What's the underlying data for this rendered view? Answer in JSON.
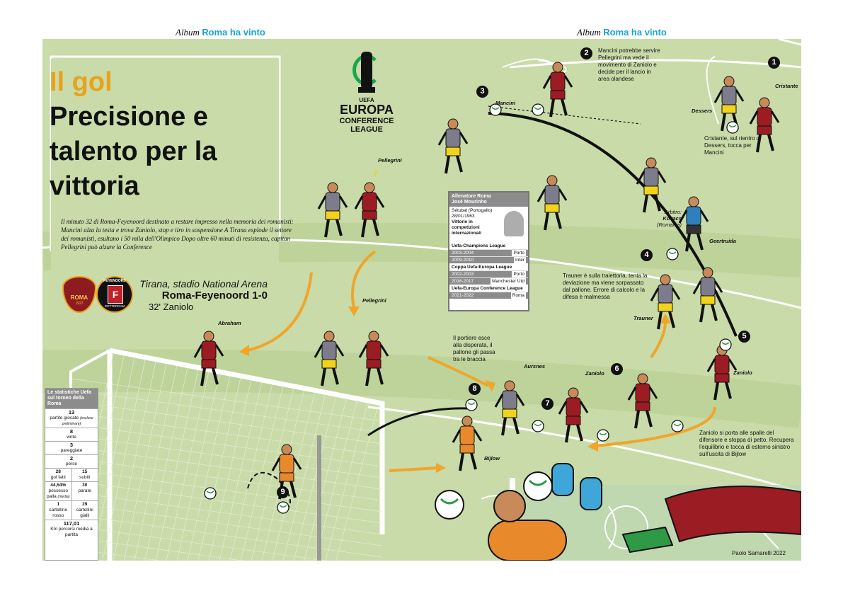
{
  "header": {
    "left_prefix": "Album",
    "left_title": "Roma ha vinto",
    "right_prefix": "Album",
    "right_title": "Roma ha vinto"
  },
  "title": {
    "line1": "Il gol",
    "line2": "Precisione e talento per la vittoria"
  },
  "intro": "Il minuto 32 di Roma-Feyenoord destinato a restare impresso nella memoria dei romanisti: Mancini alza la testa e trova Zaniolo, stop e tiro in sospensione A Tirana esplode il settore dei romanisti, esultano i 50 mila dell'Olimpico Dopo oltre 60 minuti di resistenza, capitan Pellegrini può alzare la Conference",
  "match": {
    "venue": "Tirana, stadio National Arena",
    "score": "Roma-Feyenoord 1-0",
    "scorer": "32' Zaniolo"
  },
  "crests": {
    "roma": "ROMA",
    "roma_year": "1927",
    "feyenoord": "FEYENOORD",
    "feyenoord_city": "ROTTERDAM",
    "feyenoord_mark": "F"
  },
  "logo": {
    "uefa": "UEFA",
    "l1": "EUROPA",
    "l2": "CONFERENCE",
    "l3": "LEAGUE"
  },
  "players": {
    "pellegrini_top": "Pellegrini",
    "pellegrini_mid": "Pellegrini",
    "abraham": "Abraham",
    "mancini": "Mancini",
    "dessers": "Dessers",
    "cristante": "Cristante",
    "arbitro": "Arbitro:",
    "arbitro_name": "Kovacs",
    "arbitro_country": "(Romania)",
    "geertruida": "Geertruida",
    "trauner": "Trauner",
    "zaniolo_5": "Zaniolo",
    "zaniolo_6": "Zaniolo",
    "aursnes": "Aursnes",
    "bijlow": "Bijlow"
  },
  "shirt_number": "7",
  "steps": [
    "1",
    "2",
    "3",
    "4",
    "5",
    "6",
    "7",
    "8",
    "9"
  ],
  "notes": {
    "n2": "Mancini potrebbe servire Pellegrini ma vede il movimento di Zaniolo e decide per il lancio in area olandese",
    "n1": "Cristante, sul rientro di  Dessers, tocca per Mancini",
    "n4": "Trauner è sulla traiettoria, tenta la deviazione ma viene sorpassato dal pallone. Errore di calcolo e la difesa è malmessa",
    "n8": "Il portiere esce alla disperata, il pallone gli passa tra le braccia",
    "n5": "Zaniolo si porta alle spalle del difensore e stoppa di petto. Recupera l'equilibrio e tocca di esterno sinistro sull'uscita di Bijlow"
  },
  "coach": {
    "title": "Allenatore Roma",
    "name": "José Mourinho",
    "birth_place": "Sétubal  (Portogallo)",
    "birth_date": "28/01/1963",
    "wins_label": "Vittorie in competizioni internazionali",
    "sections": [
      {
        "name": "Uefa-Champions League",
        "rows": [
          [
            "2003-2004",
            "Porto"
          ],
          [
            "2009-2010",
            "Inter"
          ]
        ]
      },
      {
        "name": "Coppa Uefa-Europa League",
        "rows": [
          [
            "2002-2003",
            "Porto"
          ],
          [
            "2016-2017",
            "Manchester Utd"
          ]
        ]
      },
      {
        "name": "Uefa-Europa Conference League",
        "rows": [
          [
            "2021-2022",
            "Roma"
          ]
        ]
      }
    ]
  },
  "stats": {
    "title": "Le statistiche Uefa sul torneo della Roma",
    "partite_n": "13",
    "partite_l": "partite giocate",
    "partite_note": "(escluso preliminare)",
    "vinte_n": "8",
    "vinte_l": "vinte",
    "pareggiate_n": "3",
    "pareggiate_l": "pareggiate",
    "perse_n": "2",
    "perse_l": "perse",
    "gol_fatti_n": "28",
    "gol_fatti_l": "gol fatti",
    "subiti_n": "15",
    "subiti_l": "subiti",
    "possesso_n": "44,54%",
    "possesso_l": "possesso palla",
    "possesso_note": "(media)",
    "parate_n": "30",
    "parate_l": "parate",
    "rosso_n": "1",
    "rosso_l": "cartellino rosso",
    "gialli_n": "29",
    "gialli_l": "cartellini gialli",
    "km_n": "117,01",
    "km_l": "Km percorsi media a partita"
  },
  "credit": "Paolo Samarelli 2022",
  "colors": {
    "field": "#c9dba8",
    "accent_orange": "#e8a21b",
    "blue": "#1aa3d9",
    "roma_red": "#9b1c22",
    "feyenoord_grey": "#7d7c8c",
    "yellow": "#f1d31c"
  }
}
